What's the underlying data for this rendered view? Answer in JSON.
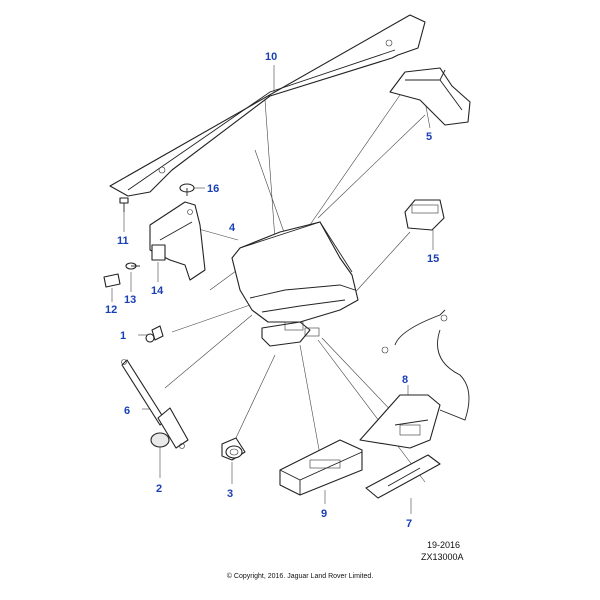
{
  "callouts": {
    "c1": "1",
    "c2": "2",
    "c3": "3",
    "c4": "4",
    "c5": "5",
    "c6": "6",
    "c7": "7",
    "c8": "8",
    "c9": "9",
    "c10": "10",
    "c11": "11",
    "c12": "12",
    "c13": "13",
    "c14": "14",
    "c15": "15",
    "c16": "16"
  },
  "reference": {
    "date_code": "19-2016",
    "drawing_code": "ZX13000A"
  },
  "copyright": "© Copyright, 2016. Jaguar Land Rover Limited.",
  "colors": {
    "callout": "#1a3fb5",
    "linework": "#222222"
  }
}
